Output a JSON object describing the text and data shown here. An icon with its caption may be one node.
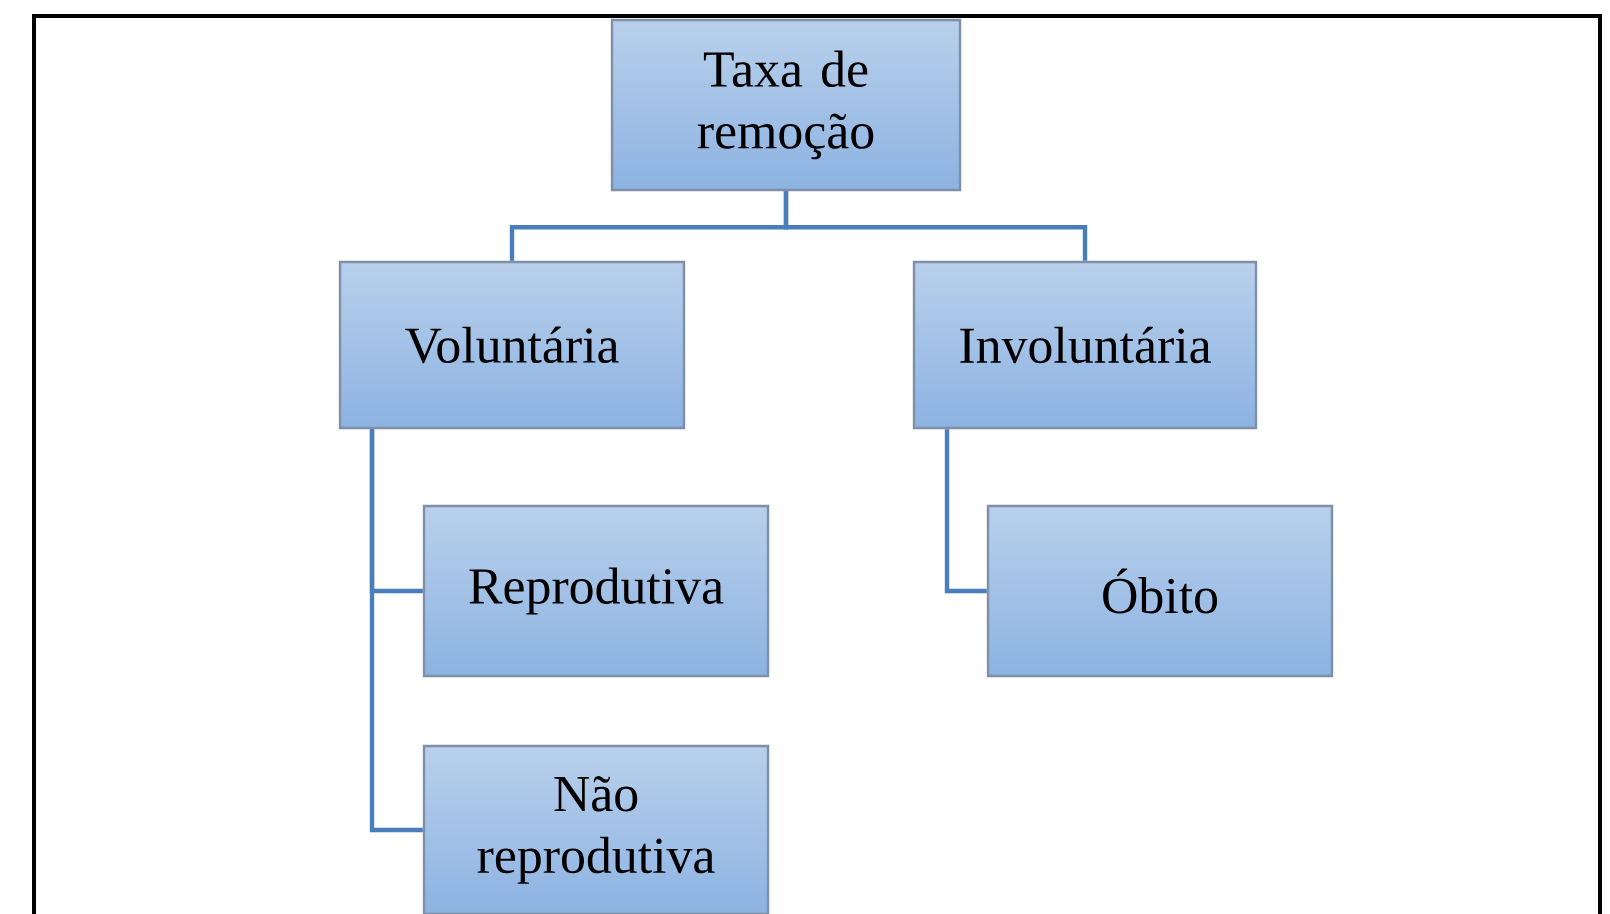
{
  "diagram": {
    "nodes": [
      {
        "text": [
          "Taxa de remoção"
        ]
      },
      {
        "text": [
          "Voluntária"
        ]
      },
      {
        "text": [
          "Involuntária"
        ]
      },
      {
        "text": [
          "Reprodutiva"
        ]
      },
      {
        "text": [
          "Não reprodutiva"
        ]
      },
      {
        "text": [
          "Óbito"
        ]
      }
    ],
    "edges": [
      {
        "from": 0,
        "to": 1,
        "arrow": "none"
      },
      {
        "from": 0,
        "to": 2,
        "arrow": "none"
      },
      {
        "from": 1,
        "to": 3,
        "arrow": "none"
      },
      {
        "from": 1,
        "to": 4,
        "arrow": "none"
      },
      {
        "from": 2,
        "to": 5,
        "arrow": "none"
      }
    ]
  }
}
